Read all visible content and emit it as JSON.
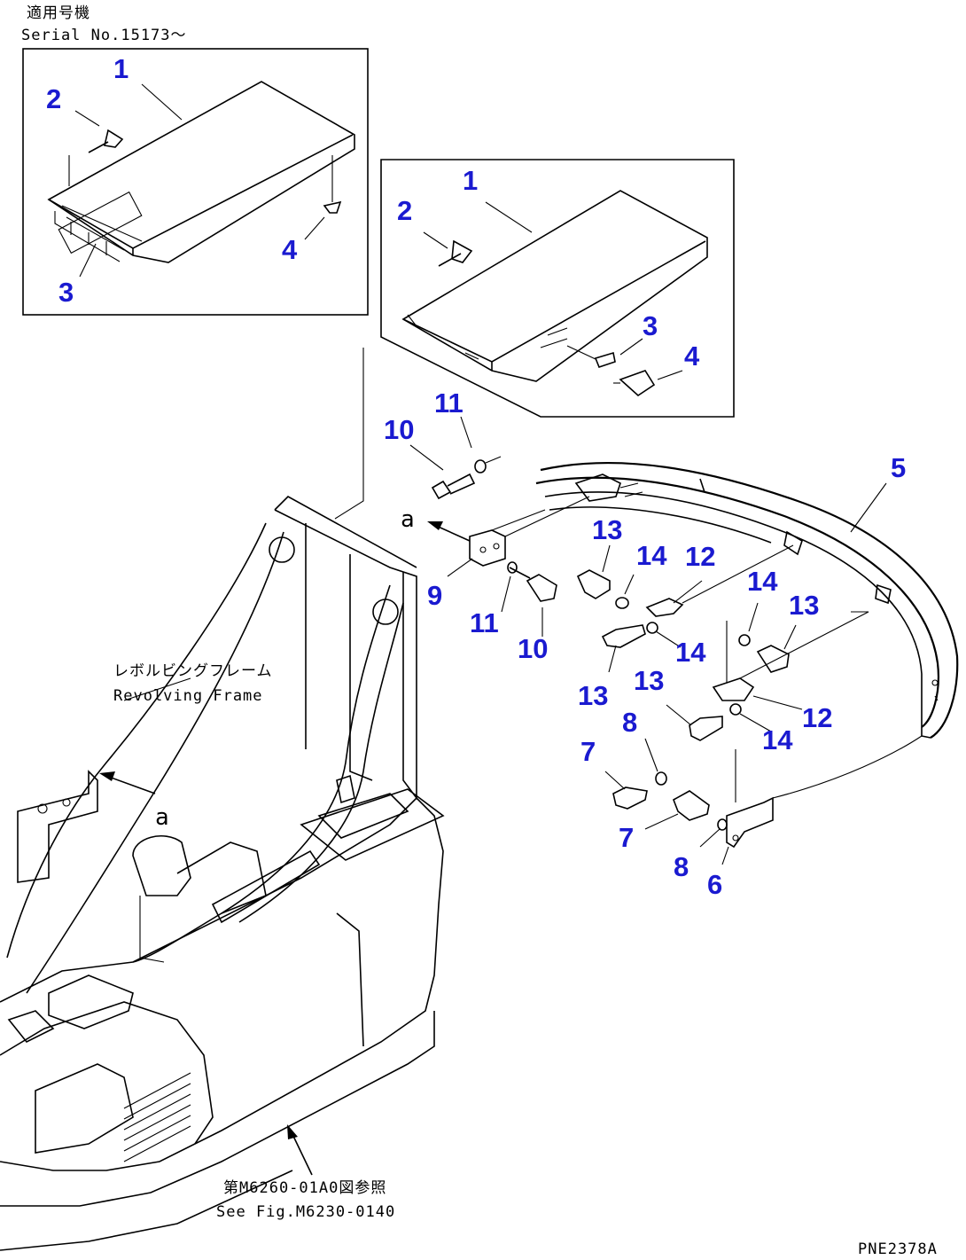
{
  "inset_label": {
    "line1": "適用号機",
    "line2": "Serial No.15173～"
  },
  "frame_label": {
    "jp": "レボルビングフレーム",
    "en": "Revolving Frame"
  },
  "reference": {
    "jp": "第M6260-01A0図参照",
    "en": "See Fig.M6230-0140"
  },
  "view_marker": "a",
  "drawing_code": "PNE2378A",
  "callouts": {
    "inset1": [
      "1",
      "2",
      "3",
      "4"
    ],
    "inset2": [
      "1",
      "2",
      "3",
      "4"
    ],
    "main": [
      "5",
      "6",
      "7",
      "7",
      "8",
      "8",
      "9",
      "10",
      "10",
      "11",
      "11",
      "12",
      "12",
      "13",
      "13",
      "13",
      "13",
      "14",
      "14",
      "14",
      "14"
    ]
  },
  "colors": {
    "callout": "#1a1ad0",
    "line": "#000000"
  }
}
